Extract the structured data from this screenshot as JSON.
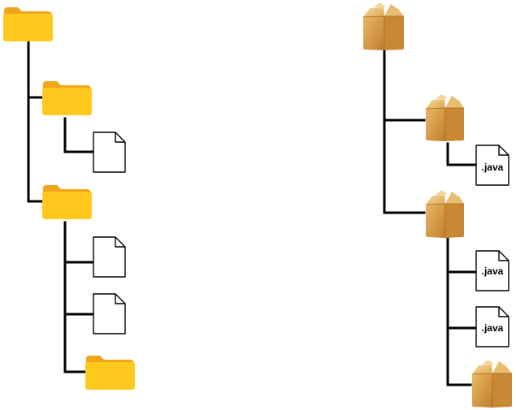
{
  "trees": [
    {
      "kind": "filesystem",
      "icons": {
        "folder": "folder-icon",
        "file": "file-icon"
      },
      "colors": {
        "folder": "#FFC91F",
        "folder_tab": "#F2A51B",
        "line": "#000000"
      },
      "root": {
        "type": "folder"
      },
      "children": [
        {
          "type": "folder",
          "children": [
            {
              "type": "file",
              "label": ""
            }
          ]
        },
        {
          "type": "folder",
          "children": [
            {
              "type": "file",
              "label": ""
            },
            {
              "type": "file",
              "label": ""
            },
            {
              "type": "folder"
            }
          ]
        }
      ]
    },
    {
      "kind": "java-packages",
      "icons": {
        "folder": "package-icon",
        "file": "java-file-icon"
      },
      "colors": {
        "package": "#D9A045",
        "package_dark": "#B7772A",
        "line": "#000000"
      },
      "root": {
        "type": "package"
      },
      "children": [
        {
          "type": "package",
          "children": [
            {
              "type": "file",
              "label": ".java"
            }
          ]
        },
        {
          "type": "package",
          "children": [
            {
              "type": "file",
              "label": ".java"
            },
            {
              "type": "file",
              "label": ".java"
            },
            {
              "type": "package"
            }
          ]
        }
      ]
    }
  ]
}
